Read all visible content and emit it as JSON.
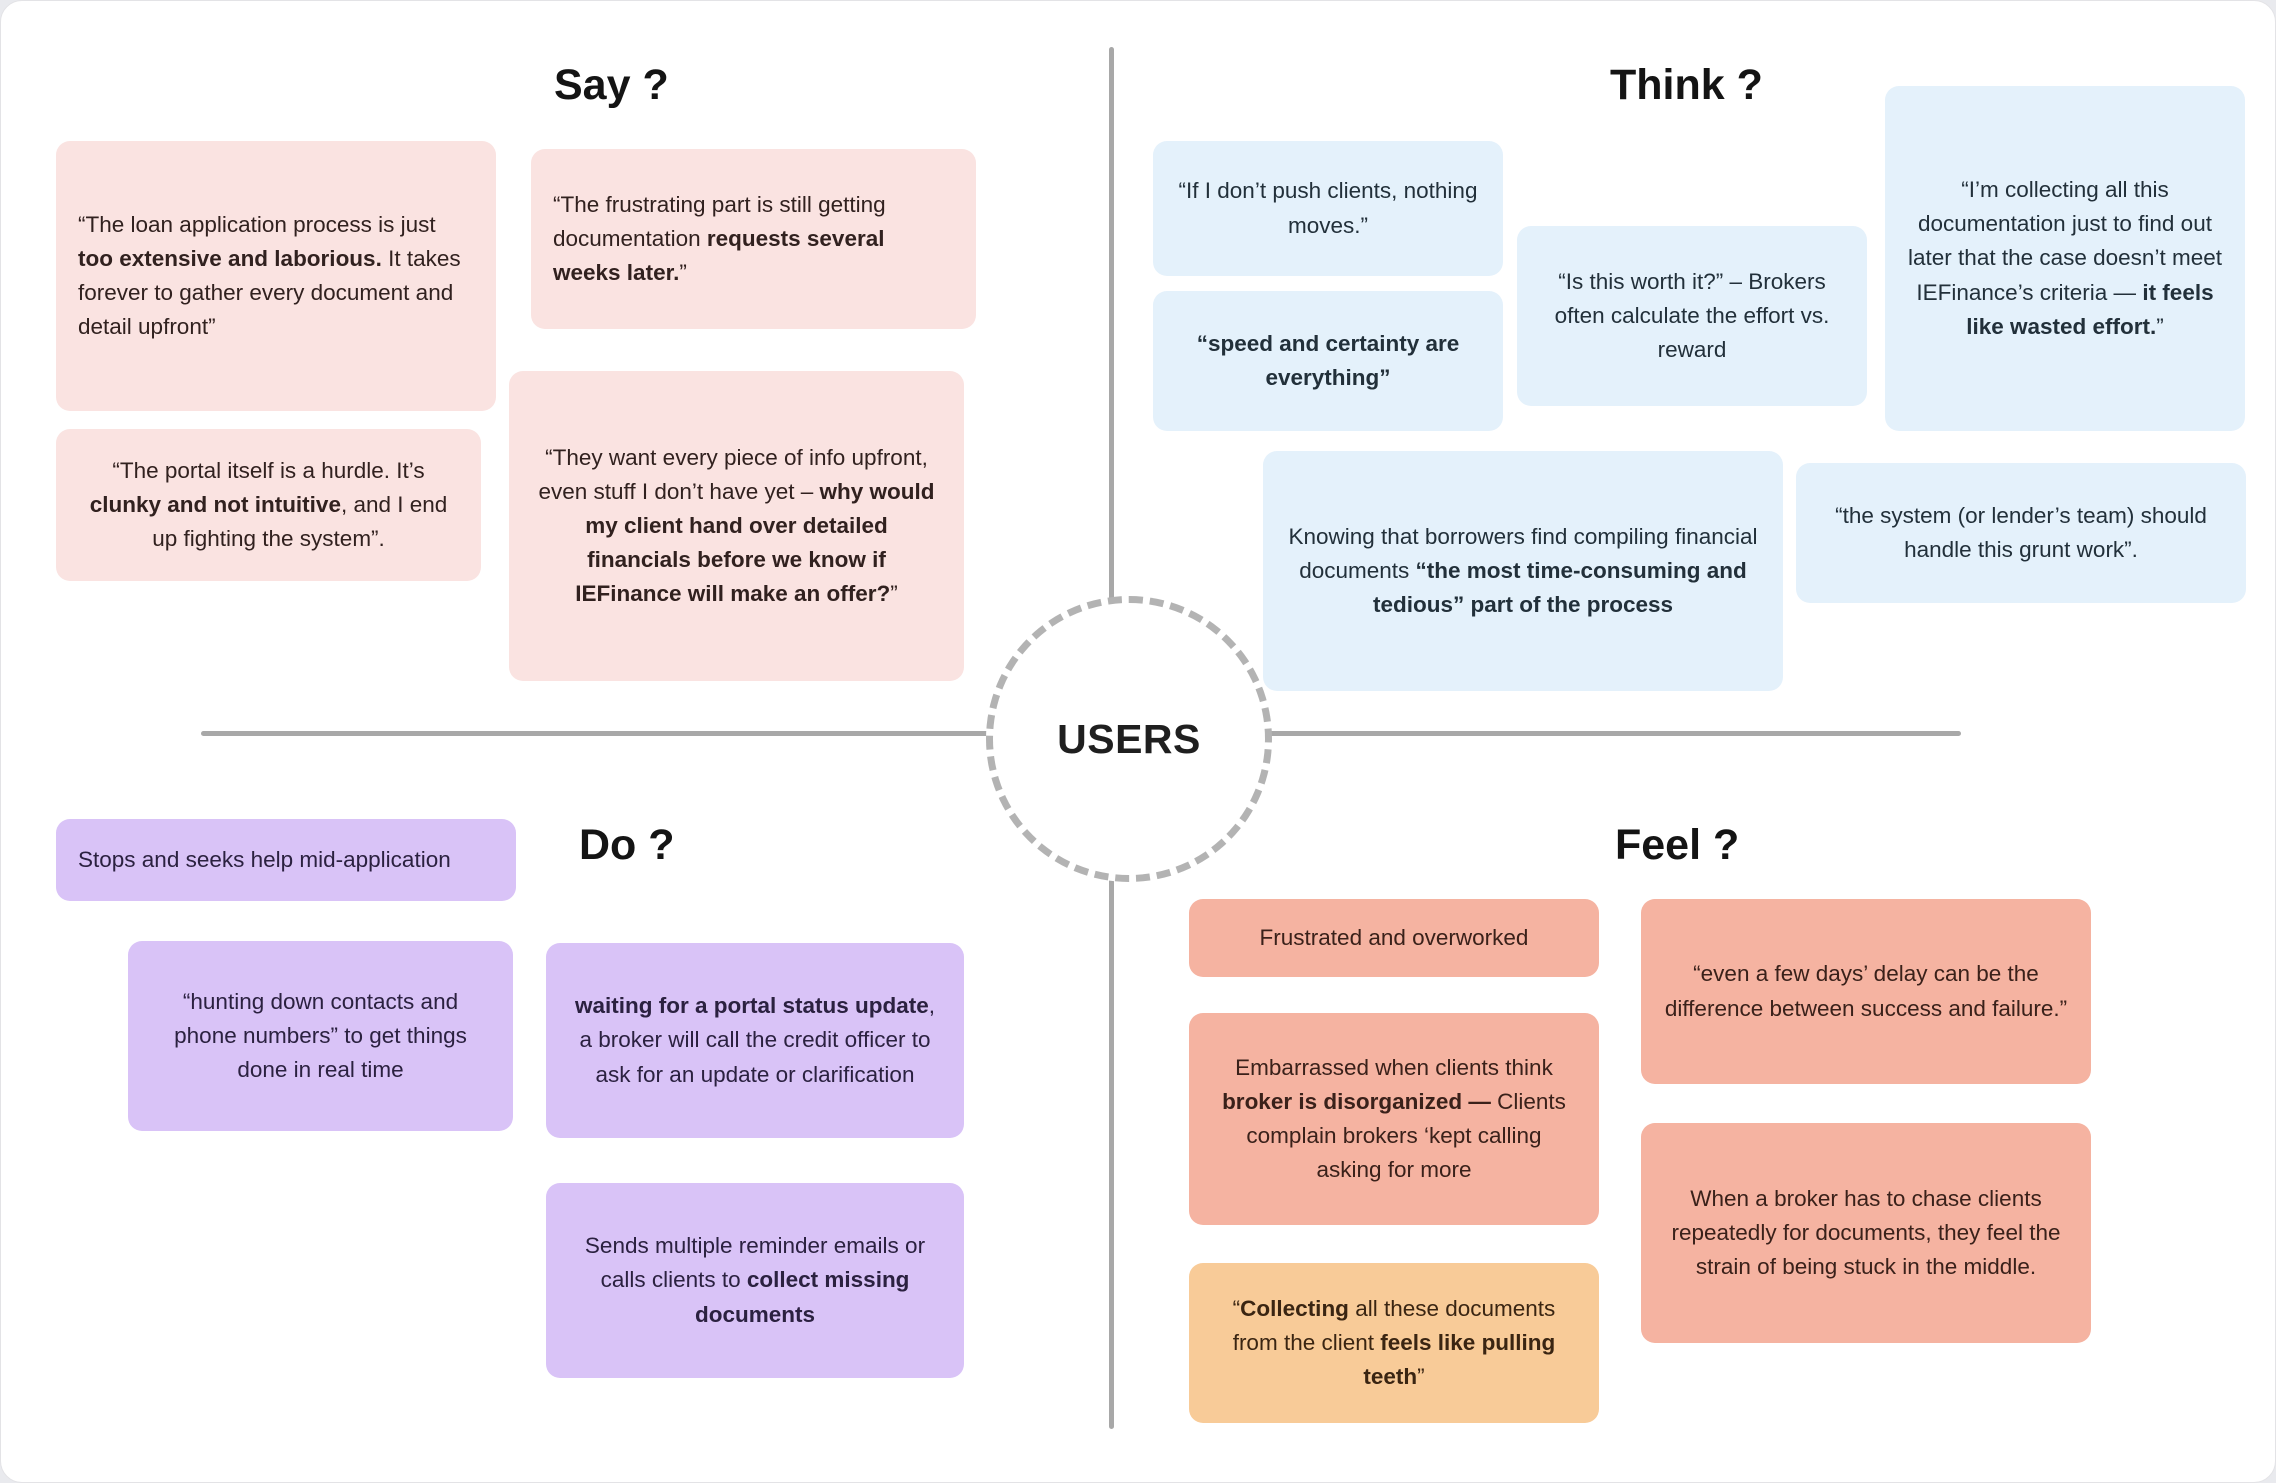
{
  "board": {
    "center_label": "USERS",
    "background": "#ffffff",
    "divider_color": "#a8a8a8"
  },
  "colors": {
    "say": "#fae3e1",
    "think": "#e4f1fb",
    "do": "#d9c3f7",
    "feel": "#f5b3a1",
    "feel_accent": "#f8cb98"
  },
  "quadrants": {
    "say": {
      "title": "Say ?",
      "cards": [
        {
          "id": "say-1",
          "color": "say",
          "align": "left",
          "html": "“The loan application process is just <b>too extensive and laborious.</b> It takes forever to gather every document and detail upfront”"
        },
        {
          "id": "say-2",
          "color": "say",
          "align": "left",
          "html": "“The frustrating part is still getting documentation <b>requests several weeks later.</b>”"
        },
        {
          "id": "say-3",
          "color": "say",
          "align": "center",
          "html": "“They want every piece of info upfront, even stuff I don’t have yet – <b>why would my client hand over detailed financials before we know if IEFinance will make an offer?</b>”"
        },
        {
          "id": "say-4",
          "color": "say",
          "align": "center",
          "html": "“The portal itself is a hurdle. It’s <b>clunky and not intuitive</b>, and I end up fighting the system”."
        }
      ]
    },
    "think": {
      "title": "Think ?",
      "cards": [
        {
          "id": "think-1",
          "color": "think",
          "align": "center",
          "html": "“If I don’t push clients, nothing moves.”"
        },
        {
          "id": "think-2",
          "color": "think",
          "align": "center",
          "html": "<b>“speed and certainty are everything”</b>"
        },
        {
          "id": "think-3",
          "color": "think",
          "align": "center",
          "html": "“Is this worth it?” – Brokers often calculate the effort vs. reward"
        },
        {
          "id": "think-4",
          "color": "think",
          "align": "center",
          "html": "“I’m collecting all this documentation just to find out later that the case doesn’t meet IEFinance’s criteria — <b>it feels like wasted effort.</b>”"
        },
        {
          "id": "think-5",
          "color": "think",
          "align": "center",
          "html": "Knowing that borrowers find compiling financial documents <b>“the most time-consuming and tedious” part of the process</b>"
        },
        {
          "id": "think-6",
          "color": "think",
          "align": "center",
          "html": "“the system (or lender’s team) should handle this grunt work”."
        }
      ]
    },
    "do": {
      "title": "Do ?",
      "cards": [
        {
          "id": "do-1",
          "color": "do",
          "align": "left",
          "html": "Stops and seeks help mid-application"
        },
        {
          "id": "do-2",
          "color": "do",
          "align": "center",
          "html": "“hunting down contacts and phone numbers” to get things done in real time"
        },
        {
          "id": "do-3",
          "color": "do",
          "align": "center",
          "html": "<b>waiting for a portal status update</b>, a broker will call the credit officer to ask for an update or clarification"
        },
        {
          "id": "do-4",
          "color": "do",
          "align": "center",
          "html": "Sends multiple reminder emails or calls clients to <b>collect missing documents</b>"
        }
      ]
    },
    "feel": {
      "title": "Feel ?",
      "cards": [
        {
          "id": "feel-1",
          "color": "feel",
          "align": "center",
          "html": "Frustrated and overworked"
        },
        {
          "id": "feel-2",
          "color": "feel",
          "align": "center",
          "html": "Embarrassed when clients think <b>broker is disorganized —</b> Clients complain brokers ‘kept calling asking for more"
        },
        {
          "id": "feel-3",
          "color": "feel_accent",
          "align": "center",
          "html": "“<b>Collecting</b> all these documents from the client <b>feels like pulling teeth</b>”"
        },
        {
          "id": "feel-4",
          "color": "feel",
          "align": "center",
          "html": "“even a few days’ delay can be the difference between success and failure.”"
        },
        {
          "id": "feel-5",
          "color": "feel",
          "align": "center",
          "html": "When a broker has to chase clients repeatedly for documents, they feel the strain of being stuck in the middle."
        }
      ]
    }
  }
}
